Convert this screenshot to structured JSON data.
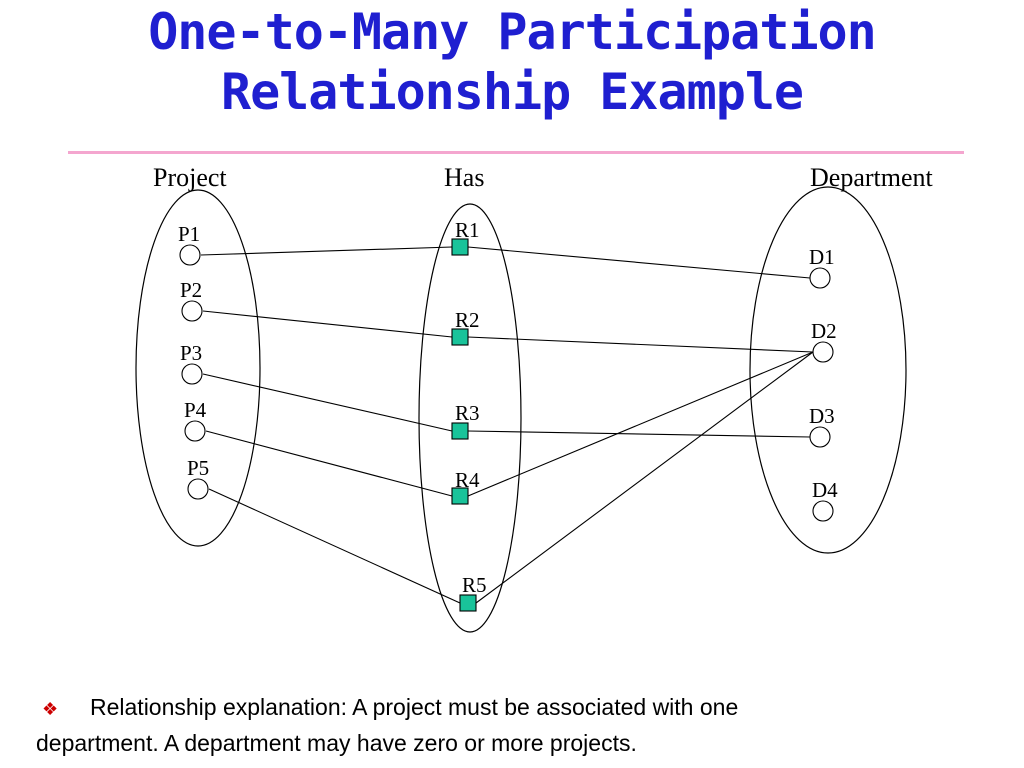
{
  "title": {
    "line1": "One-to-Many Participation",
    "line2": "Relationship Example"
  },
  "diagram": {
    "headings": {
      "left": "Project",
      "middle": "Has",
      "right": "Department"
    },
    "projects": [
      "P1",
      "P2",
      "P3",
      "P4",
      "P5"
    ],
    "relationships": [
      "R1",
      "R2",
      "R3",
      "R4",
      "R5"
    ],
    "departments": [
      "D1",
      "D2",
      "D3",
      "D4"
    ],
    "links": [
      {
        "project": "P1",
        "rel": "R1",
        "dept": "D1"
      },
      {
        "project": "P2",
        "rel": "R2",
        "dept": "D2"
      },
      {
        "project": "P3",
        "rel": "R3",
        "dept": "D3"
      },
      {
        "project": "P4",
        "rel": "R4",
        "dept": "D2"
      },
      {
        "project": "P5",
        "rel": "R5",
        "dept": "D2"
      }
    ],
    "colors": {
      "relationship_fill": "#19c39a",
      "node_stroke": "#000000"
    }
  },
  "bullet": {
    "icon": "diamond-bullet-icon",
    "text_line1": "Relationship explanation: A project must be associated with one",
    "text_line2": "department. A department may have zero or more projects."
  }
}
